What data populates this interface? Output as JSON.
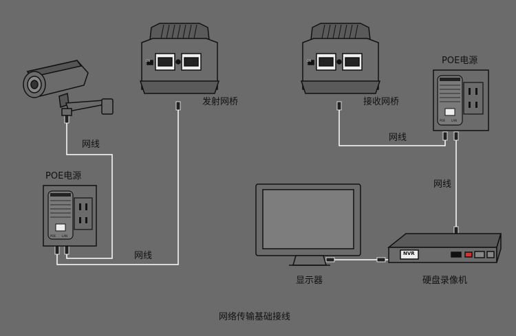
{
  "labels": {
    "poe_left": "POE电源",
    "poe_right": "POE电源",
    "transmit_bridge": "发射网桥",
    "receive_bridge": "接收网桥",
    "cable_camera": "网线",
    "cable_bottom": "网线",
    "cable_top_right": "网线",
    "cable_right": "网线",
    "monitor": "显示器",
    "nvr": "硬盘录像机",
    "nvr_badge": "NVR",
    "poe_port_poe": "POE",
    "poe_port_lan": "LAN",
    "bridge_port_on": "ON"
  },
  "caption": "网络传输基础接线",
  "colors": {
    "background": "#6b6b6b",
    "line": "#ffffff",
    "device_outline": "#111111",
    "device_fill": "#6b6b6b"
  }
}
